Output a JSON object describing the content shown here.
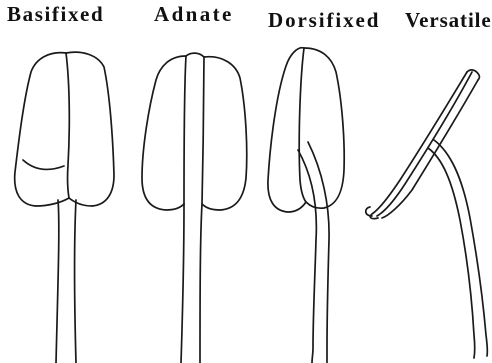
{
  "labels": {
    "basifixed": "Basifixed",
    "adnate": "Adnate",
    "dorsifixed": "Dorsifixed",
    "versatile": "Versatile"
  },
  "colors": {
    "ink": "#1a1a1a",
    "background": "#ffffff"
  }
}
